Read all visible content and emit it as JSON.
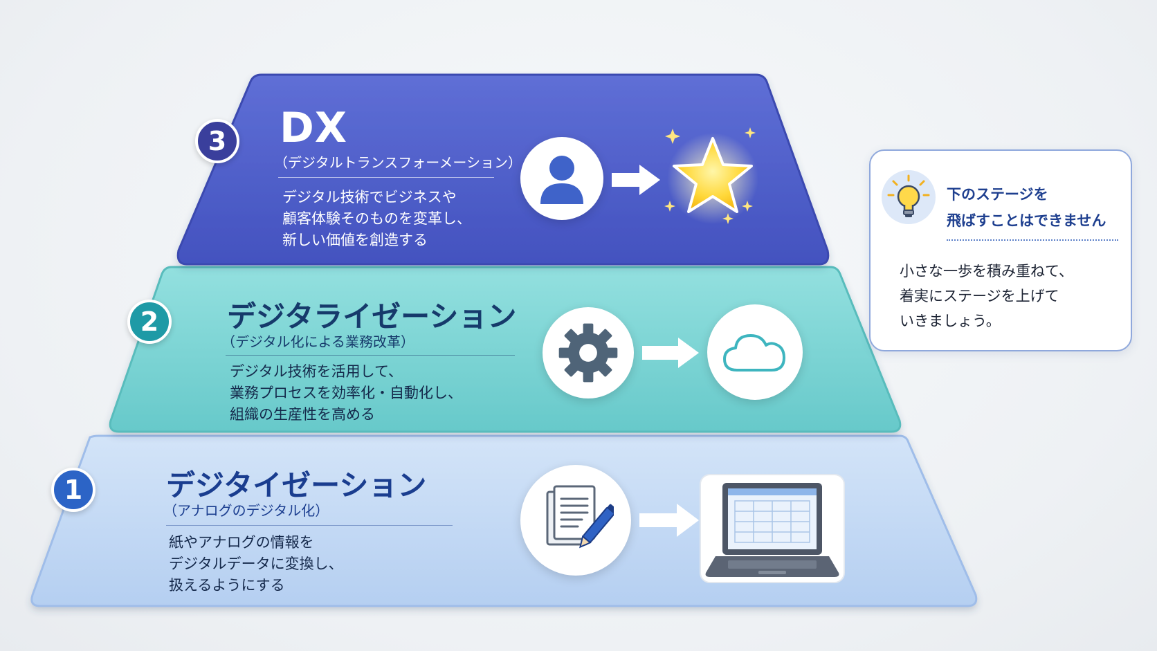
{
  "pyramid": {
    "levels": [
      {
        "number": "3",
        "title": "DX",
        "subtitle": "（デジタルトランスフォーメーション）",
        "description": [
          "デジタル技術でビジネスや",
          "顧客体験そのものを変革し、",
          "新しい価値を創造する"
        ],
        "icons": [
          "user-icon",
          "star-icon"
        ],
        "color": "#4b5bc8"
      },
      {
        "number": "2",
        "title": "デジタライゼーション",
        "subtitle": "（デジタル化による業務改革）",
        "description": [
          "デジタル技術を活用して、",
          "業務プロセスを効率化・自動化し、",
          "組織の生産性を高める"
        ],
        "icons": [
          "gear-icon",
          "cloud-icon"
        ],
        "color": "#6fcfcf"
      },
      {
        "number": "1",
        "title": "デジタイゼーション",
        "subtitle": "（アナログのデジタル化）",
        "description": [
          "紙やアナログの情報を",
          "デジタルデータに変換し、",
          "扱えるようにする"
        ],
        "icons": [
          "document-pen-icon",
          "laptop-icon"
        ],
        "color": "#bcd5f3"
      }
    ]
  },
  "note": {
    "heading": [
      "下のステージを",
      "飛ばすことはできません"
    ],
    "body": [
      "小さな一歩を積み重ねて、",
      "着実にステージを上げて",
      "いきましょう。"
    ],
    "icon": "lightbulb-icon"
  }
}
